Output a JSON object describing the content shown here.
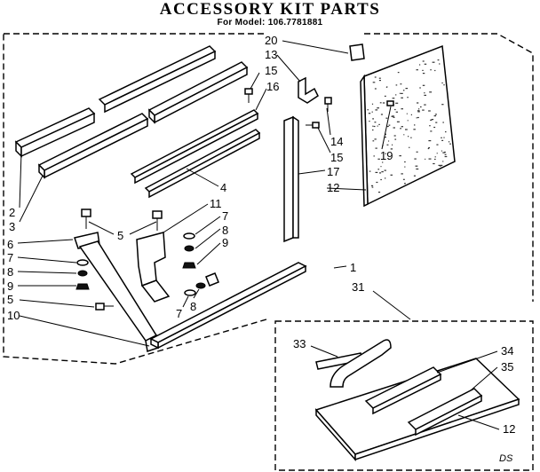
{
  "title": "ACCESSORY KIT PARTS",
  "model": "For Model:  106.7781881",
  "footer_code": "DS",
  "callouts": {
    "c20": "20",
    "c13": "13",
    "c15a": "15",
    "c16": "16",
    "c14": "14",
    "c15b": "15",
    "c17": "17",
    "c12a": "12",
    "c19": "19",
    "c4": "4",
    "c11": "11",
    "c7a": "7",
    "c8a": "8",
    "c9a": "9",
    "c2": "2",
    "c3": "3",
    "c5a": "5",
    "c6": "6",
    "c7b": "7",
    "c8b": "8",
    "c9b": "9",
    "c5b": "5",
    "c10": "10",
    "c7c": "7",
    "c8c": "8",
    "c1": "1",
    "c31": "31",
    "c33": "33",
    "c34": "34",
    "c35": "35",
    "c12b": "12"
  }
}
